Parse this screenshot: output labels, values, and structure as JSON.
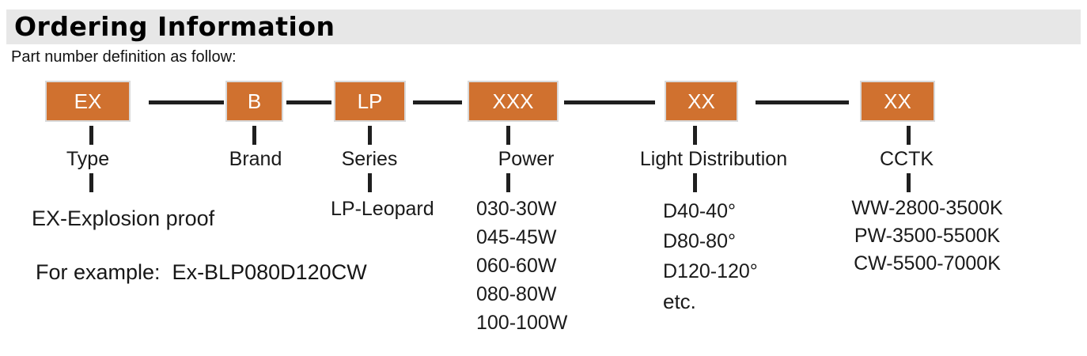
{
  "header": {
    "title": "Ordering Information",
    "subtitle": "Part number definition as follow:"
  },
  "colors": {
    "box_fill": "#d0712f",
    "box_border": "#d9d9d9",
    "header_bg": "#e7e7e7",
    "connector": "#1f1f1f"
  },
  "columns": [
    {
      "code": "EX",
      "label": "Type",
      "items": [
        "EX-Explosion proof"
      ]
    },
    {
      "code": "B",
      "label": "Brand",
      "items": []
    },
    {
      "code": "LP",
      "label": "Series",
      "items": [
        "LP-Leopard"
      ]
    },
    {
      "code": "XXX",
      "label": "Power",
      "items": [
        "030-30W",
        "045-45W",
        "060-60W",
        "080-80W",
        "100-100W"
      ]
    },
    {
      "code": "XX",
      "label": "Light Distribution",
      "items": [
        "D40-40°",
        "D80-80°",
        "D120-120°",
        "etc."
      ]
    },
    {
      "code": "XX",
      "label": "CCTK",
      "items": [
        "WW-2800-3500K",
        "PW-3500-5500K",
        "CW-5500-7000K"
      ]
    }
  ],
  "example": "For example:  Ex-BLP080D120CW"
}
